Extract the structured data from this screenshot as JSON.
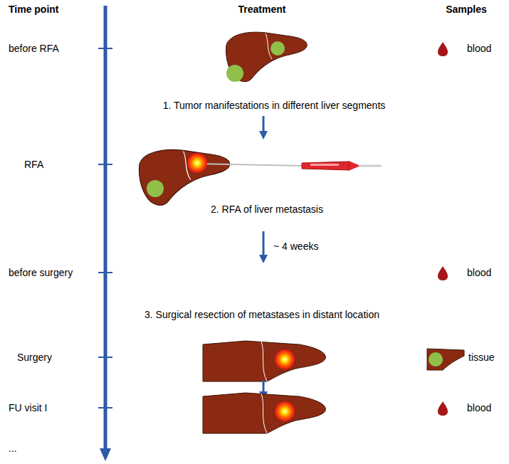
{
  "diagram": {
    "labels": [
      "Time point",
      "Treatment",
      "Samples",
      "before RFA",
      "blood",
      "1. Tumor manifestations in different liver segments",
      "RFA",
      "2. RFA of liver metastasis",
      "~ 4 weeks",
      "before surgery",
      "blood",
      "3. Surgical resection of metastases in distant location",
      "Surgery",
      "tissue",
      "FU visit I",
      "blood",
      "..."
    ]
  }
}
